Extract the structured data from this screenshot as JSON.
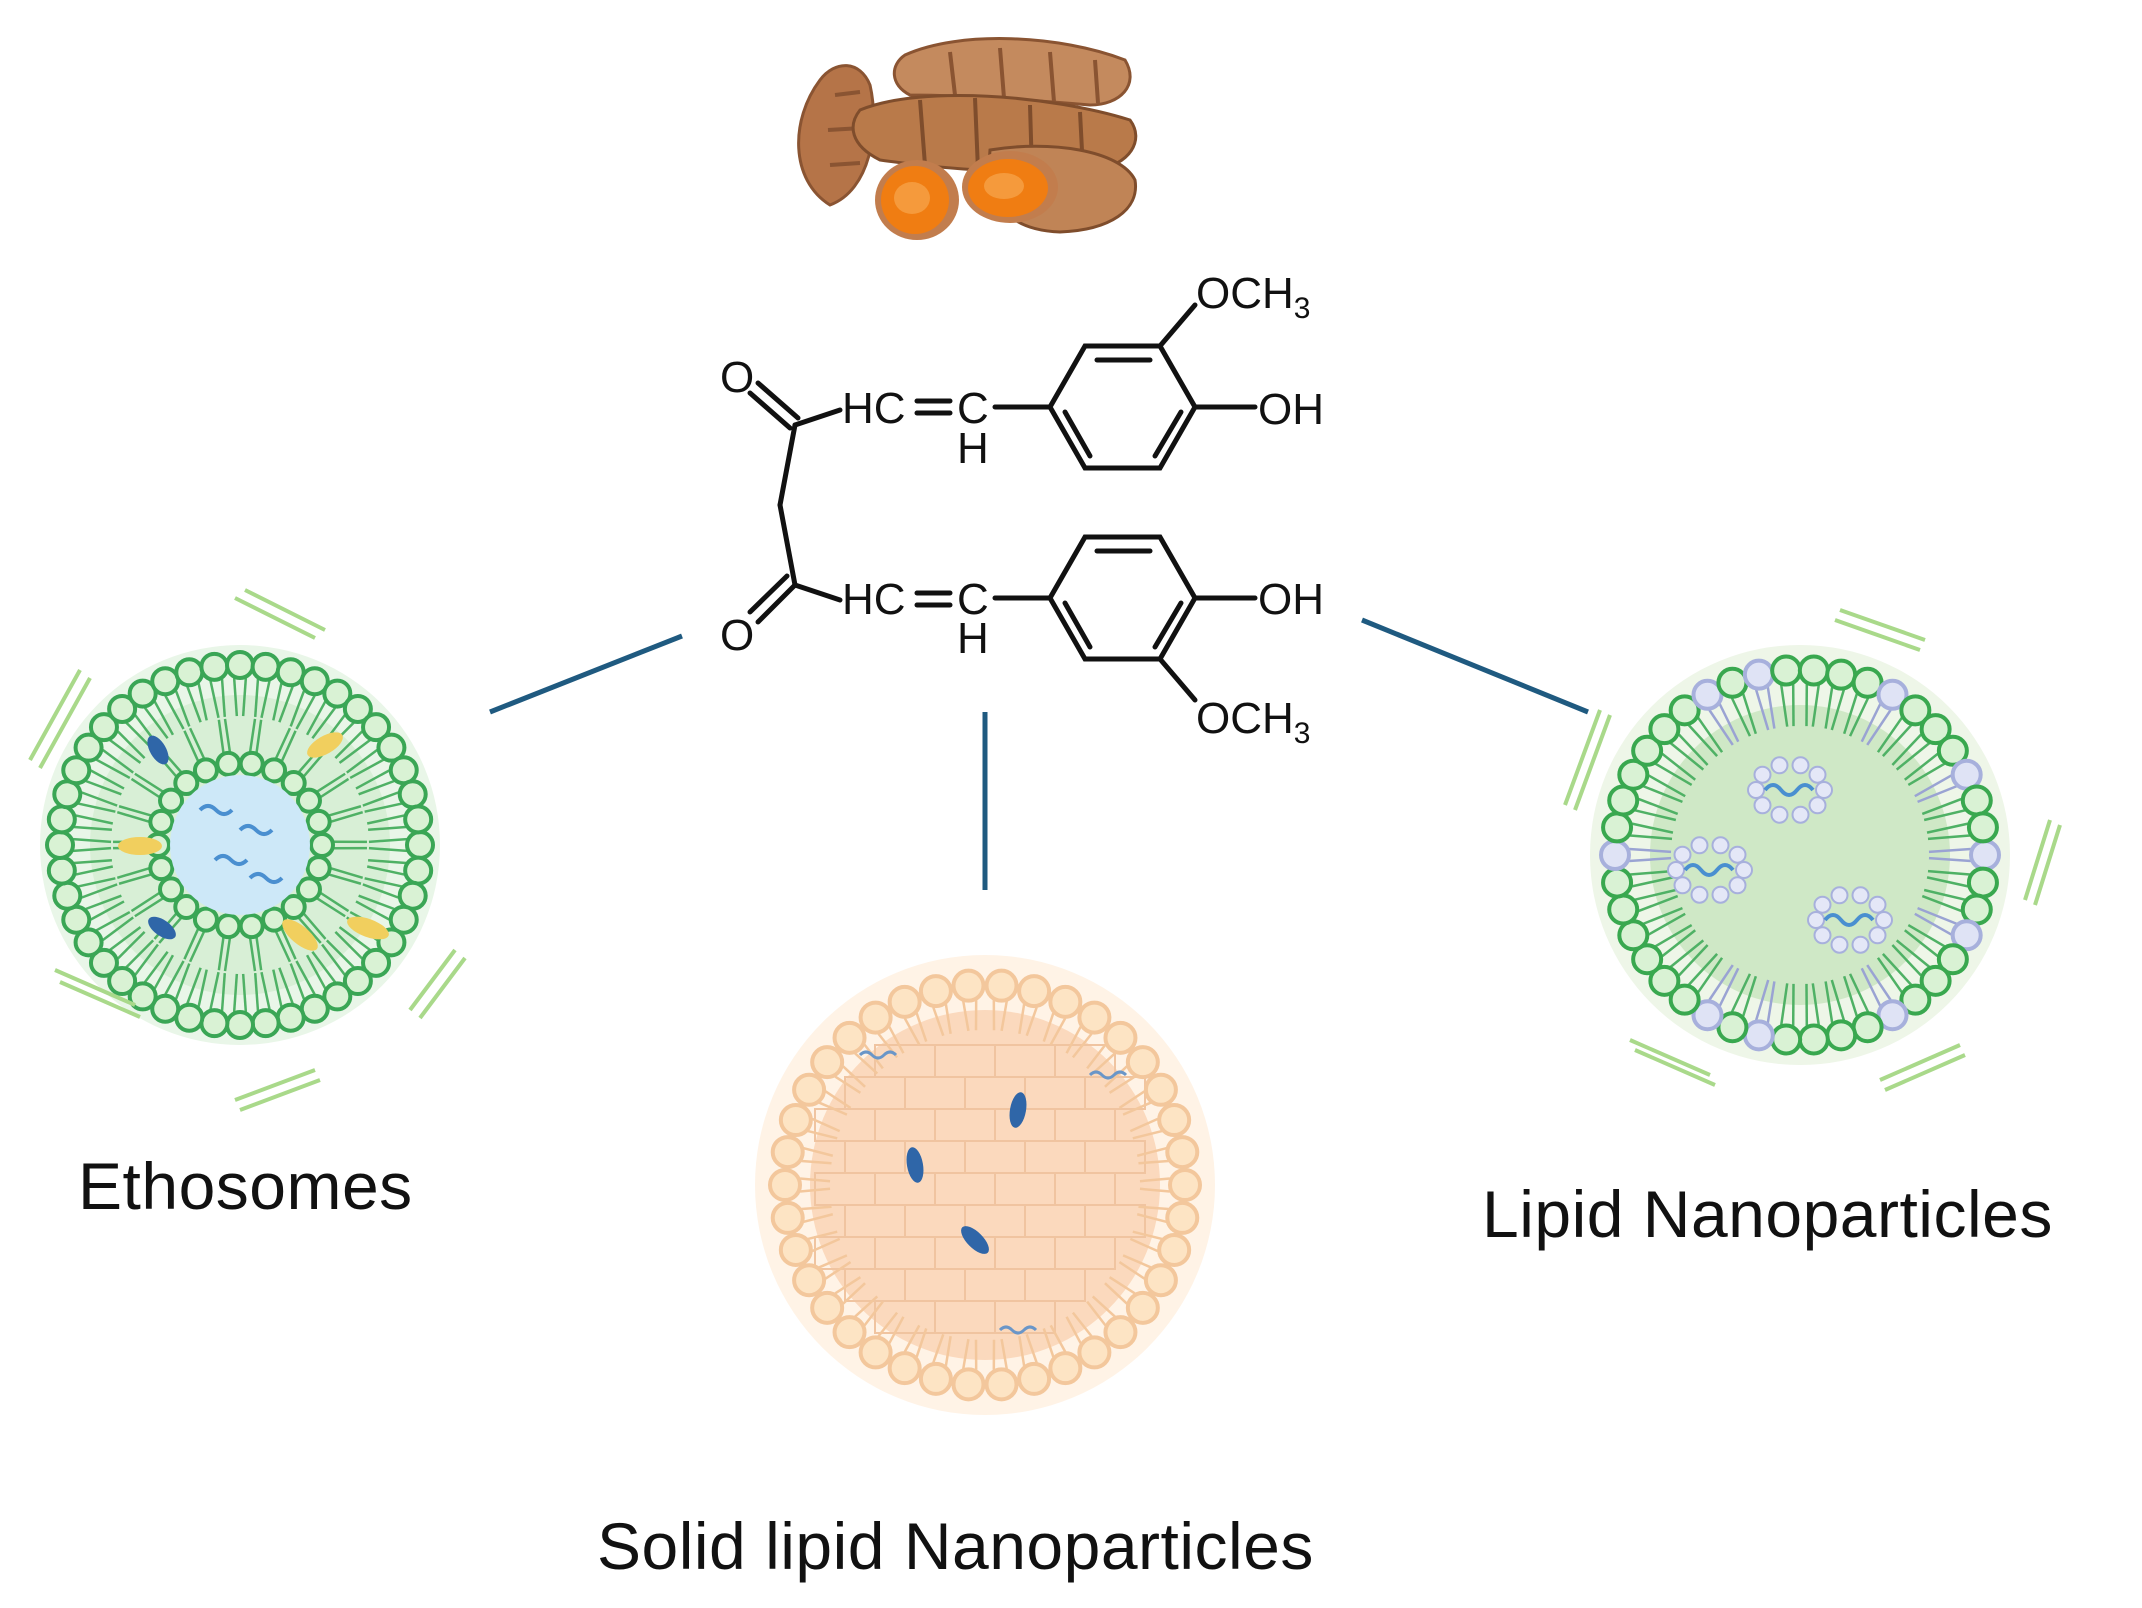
{
  "labels": {
    "ethosomes": "Ethosomes",
    "lipid_nanoparticles": "Lipid Nanoparticles",
    "solid_lipid_nanoparticles": "Solid lipid Nanoparticles"
  },
  "structure": {
    "och3": "OCH",
    "och3_sub": "3",
    "oh": "OH",
    "o": "O",
    "hc": "HC",
    "c": "C",
    "h": "H"
  },
  "colors": {
    "connector": "#1f5a80",
    "ethosome_green": "#3aa655",
    "ethosome_core": "#cde8f8",
    "sln_orange": "#f5c89a",
    "lnp_green": "#39a84f",
    "lnp_lavender": "#a7b0dc",
    "turmeric_skin": "#b97a4a",
    "turmeric_flesh": "#f07d12"
  }
}
